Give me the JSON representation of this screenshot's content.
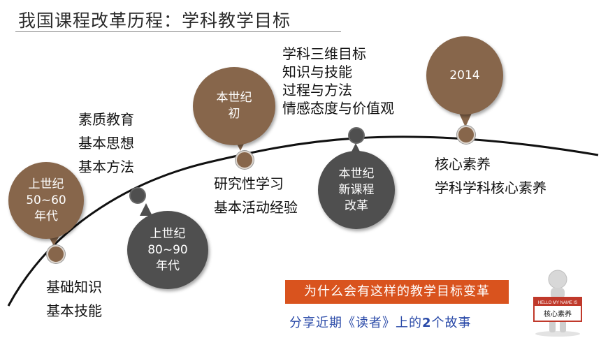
{
  "title": "我国课程改革历程：学科教学目标",
  "milestones": [
    {
      "bubble": [
        "上世纪",
        "50~60",
        "年代"
      ],
      "lines": [
        "基础知识",
        "基本技能"
      ]
    },
    {
      "bubble": [
        "上世纪",
        "80~90",
        "年代"
      ],
      "lines": [
        "素质教育",
        "基本思想",
        "基本方法"
      ]
    },
    {
      "bubble": [
        "本世纪",
        "初"
      ],
      "lines": [
        "研究性学习",
        "基本活动经验"
      ]
    },
    {
      "bubble": [
        "本世纪",
        "新课程",
        "改革"
      ],
      "lines": [
        "学科三维目标",
        "知识与技能",
        "过程与方法",
        "情感态度与价值观"
      ]
    },
    {
      "bubble": [
        "2014"
      ],
      "lines": [
        "核心素养",
        "学科学科核心素养"
      ]
    }
  ],
  "banner": "为什么会有这样的教学目标变革",
  "share": {
    "before": "分享近期《读者》上的",
    "num": "2",
    "after": "个故事"
  },
  "sign": {
    "top": "HELLO MY NAME IS",
    "main": "核心素养"
  },
  "colors": {
    "brown": "#87664b",
    "dark": "#4f4f4f",
    "banner": "#d9531e",
    "share": "#2a4aa8"
  }
}
